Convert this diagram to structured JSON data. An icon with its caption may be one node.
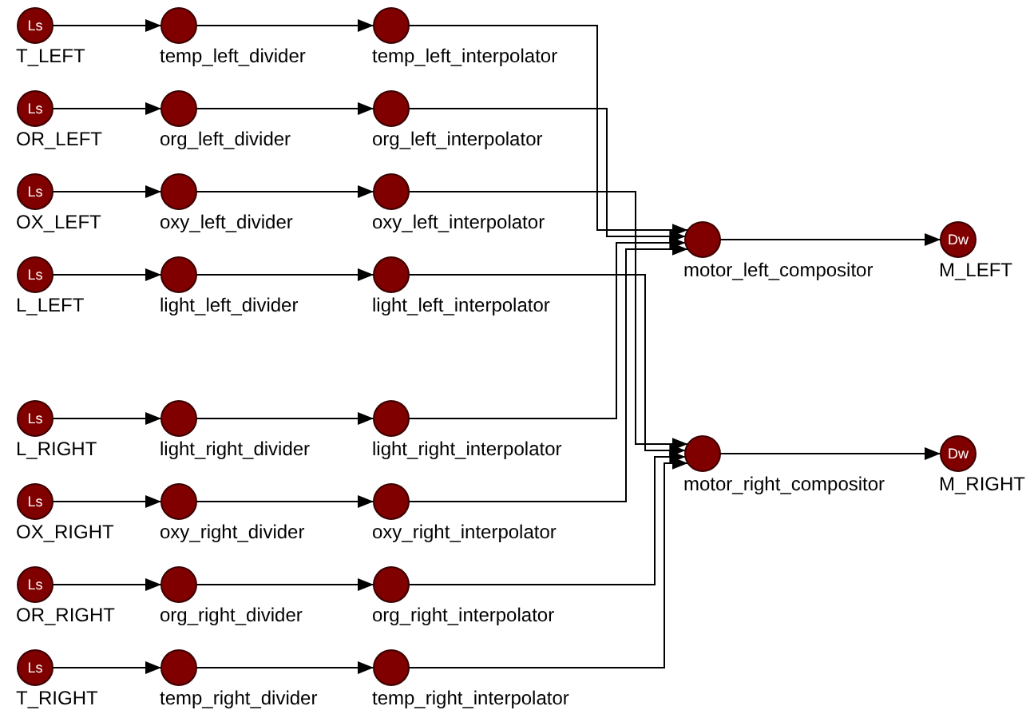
{
  "diagram": {
    "nodes": [
      {
        "text": [
          "Ls",
          "T_LEFT"
        ]
      },
      {
        "text": [
          "temp_left_divider"
        ]
      },
      {
        "text": [
          "temp_left_interpolator"
        ]
      },
      {
        "text": [
          "Ls",
          "OR_LEFT"
        ]
      },
      {
        "text": [
          "org_left_divider"
        ]
      },
      {
        "text": [
          "org_left_interpolator"
        ]
      },
      {
        "text": [
          "Ls",
          "OX_LEFT"
        ]
      },
      {
        "text": [
          "oxy_left_divider"
        ]
      },
      {
        "text": [
          "oxy_left_interpolator"
        ]
      },
      {
        "text": [
          "Ls",
          "L_LEFT"
        ]
      },
      {
        "text": [
          "light_left_divider"
        ]
      },
      {
        "text": [
          "light_left_interpolator"
        ]
      },
      {
        "text": [
          "motor_left_compositor"
        ]
      },
      {
        "text": [
          "Dw",
          "M_LEFT"
        ]
      },
      {
        "text": [
          "Ls",
          "L_RIGHT"
        ]
      },
      {
        "text": [
          "light_right_divider"
        ]
      },
      {
        "text": [
          "light_right_interpolator"
        ]
      },
      {
        "text": [
          "Ls",
          "OX_RIGHT"
        ]
      },
      {
        "text": [
          "oxy_right_divider"
        ]
      },
      {
        "text": [
          "oxy_right_interpolator"
        ]
      },
      {
        "text": [
          "Ls",
          "OR_RIGHT"
        ]
      },
      {
        "text": [
          "org_right_divider"
        ]
      },
      {
        "text": [
          "org_right_interpolator"
        ]
      },
      {
        "text": [
          "Ls",
          "T_RIGHT"
        ]
      },
      {
        "text": [
          "temp_right_divider"
        ]
      },
      {
        "text": [
          "temp_right_interpolator"
        ]
      },
      {
        "text": [
          "motor_right_compositor"
        ]
      },
      {
        "text": [
          "Dw",
          "M_RIGHT"
        ]
      }
    ],
    "edges": [
      {
        "from": 0,
        "to": 1,
        "arrow": "to"
      },
      {
        "from": 1,
        "to": 2,
        "arrow": "to"
      },
      {
        "from": 3,
        "to": 4,
        "arrow": "to"
      },
      {
        "from": 4,
        "to": 5,
        "arrow": "to"
      },
      {
        "from": 6,
        "to": 7,
        "arrow": "to"
      },
      {
        "from": 7,
        "to": 8,
        "arrow": "to"
      },
      {
        "from": 9,
        "to": 10,
        "arrow": "to"
      },
      {
        "from": 10,
        "to": 11,
        "arrow": "to"
      },
      {
        "from": 2,
        "to": 12,
        "arrow": "to"
      },
      {
        "from": 5,
        "to": 12,
        "arrow": "to"
      },
      {
        "from": 8,
        "to": 26,
        "arrow": "to"
      },
      {
        "from": 11,
        "to": 26,
        "arrow": "to"
      },
      {
        "from": 12,
        "to": 13,
        "arrow": "to"
      },
      {
        "from": 14,
        "to": 15,
        "arrow": "to"
      },
      {
        "from": 15,
        "to": 16,
        "arrow": "to"
      },
      {
        "from": 17,
        "to": 18,
        "arrow": "to"
      },
      {
        "from": 18,
        "to": 19,
        "arrow": "to"
      },
      {
        "from": 20,
        "to": 21,
        "arrow": "to"
      },
      {
        "from": 21,
        "to": 22,
        "arrow": "to"
      },
      {
        "from": 23,
        "to": 24,
        "arrow": "to"
      },
      {
        "from": 24,
        "to": 25,
        "arrow": "to"
      },
      {
        "from": 16,
        "to": 12,
        "arrow": "to"
      },
      {
        "from": 19,
        "to": 12,
        "arrow": "to"
      },
      {
        "from": 22,
        "to": 26,
        "arrow": "to"
      },
      {
        "from": 25,
        "to": 26,
        "arrow": "to"
      },
      {
        "from": 26,
        "to": 27,
        "arrow": "to"
      }
    ]
  }
}
